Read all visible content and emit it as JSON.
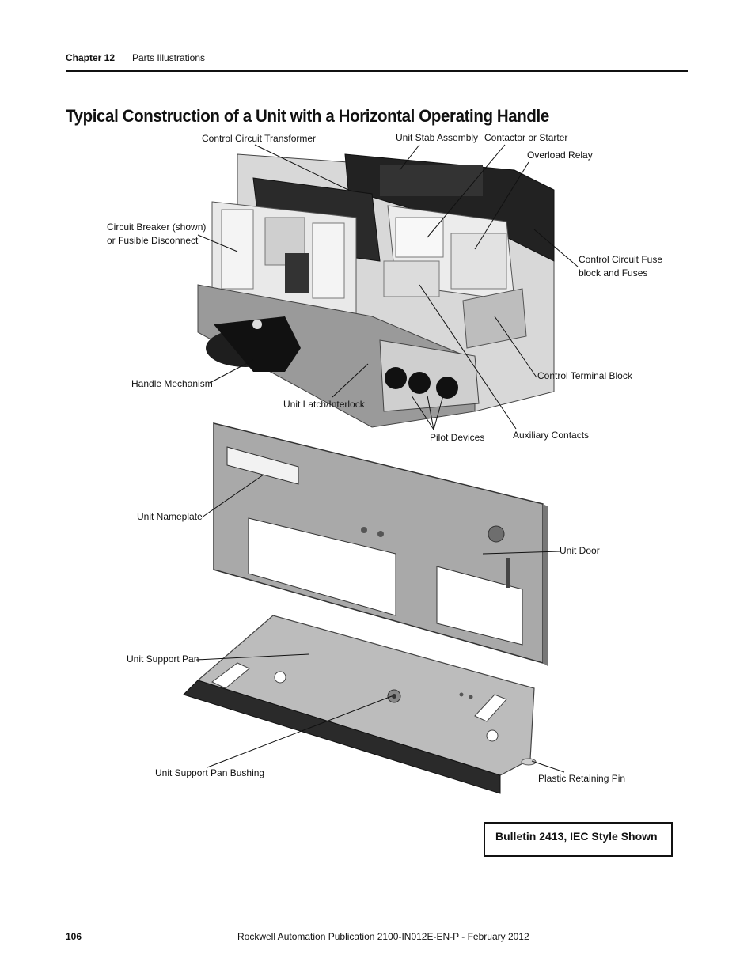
{
  "header": {
    "chapter": "Chapter 12",
    "section": "Parts Illustrations"
  },
  "title": "Typical Construction of a Unit with a Horizontal Operating Handle",
  "labels": {
    "control_circuit_transformer": "Control Circuit Transformer",
    "unit_stab_assembly": "Unit Stab Assembly",
    "contactor_or_starter": "Contactor or Starter",
    "overload_relay": "Overload Relay",
    "circuit_breaker_line1": "Circuit Breaker (shown)",
    "circuit_breaker_line2": "or Fusible Disconnect",
    "control_circuit_fuse_line1": "Control Circuit Fuse",
    "control_circuit_fuse_line2": "block and Fuses",
    "control_terminal_block": "Control Terminal Block",
    "handle_mechanism": "Handle Mechanism",
    "unit_latch_interlock": "Unit Latch/Interlock",
    "pilot_devices": "Pilot Devices",
    "auxiliary_contacts": "Auxiliary Contacts",
    "unit_nameplate": "Unit Nameplate",
    "unit_door": "Unit Door",
    "unit_support_pan": "Unit Support Pan",
    "unit_support_pan_bushing": "Unit Support Pan Bushing",
    "plastic_retaining_pin": "Plastic Retaining Pin"
  },
  "caption": "Bulletin 2413, IEC Style Shown",
  "footer": {
    "page_number": "106",
    "publication": "Rockwell Automation Publication 2100-IN012E-EN-P - February 2012"
  }
}
